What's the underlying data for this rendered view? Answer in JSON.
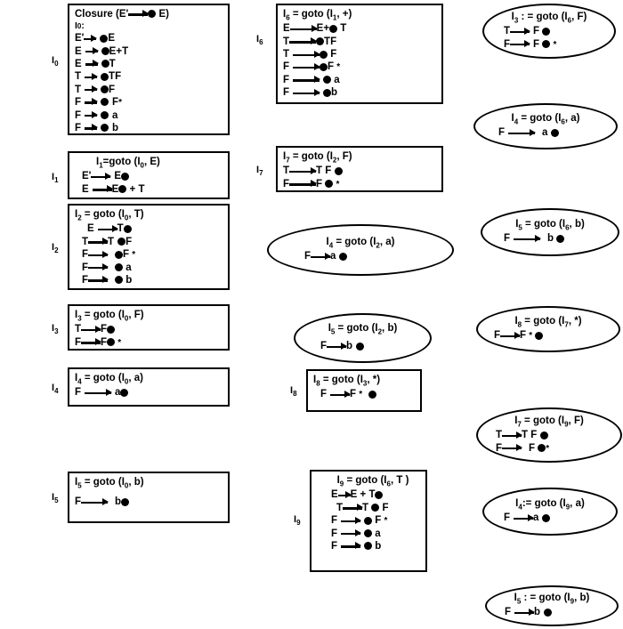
{
  "diagram": {
    "title": "LR(0) canonical collection of item sets",
    "stroke_color": "#000000",
    "background_color": "#ffffff"
  },
  "nodes": [
    {
      "id": "I0",
      "shape": "box",
      "outside_label": "I0",
      "title": "Closure (E'→● E)",
      "subheader": "I0:",
      "items": [
        "E' → ● E",
        "E → ● E+T",
        "E → ● T",
        "T → ● TF",
        "T → ● F",
        "F → ● F*",
        "F → ● a",
        "F → ● b"
      ]
    },
    {
      "id": "I1",
      "shape": "box",
      "outside_label": "I1",
      "title": "I1=goto (I0, E)",
      "items": [
        "E' → E●",
        "E → E● + T"
      ]
    },
    {
      "id": "I2",
      "shape": "box",
      "outside_label": "I2",
      "title": "I2 = goto (I0, T)",
      "items": [
        "E → T●",
        "T → T ●F",
        "F → ●F *",
        "F → ● a",
        "F → ● b"
      ]
    },
    {
      "id": "I3",
      "shape": "box",
      "outside_label": "I3",
      "title": "I3 = goto (I0, F)",
      "items": [
        "T → F●",
        "F → F● *"
      ]
    },
    {
      "id": "I4",
      "shape": "box",
      "outside_label": "I4",
      "title": "I4 = goto (I0, a)",
      "items": [
        "F → a●"
      ]
    },
    {
      "id": "I5",
      "shape": "box",
      "outside_label": "I5",
      "title": "I5 = goto (I0, b)",
      "items": [
        "F → b●"
      ]
    },
    {
      "id": "I6",
      "shape": "box",
      "outside_label": "I6",
      "title": "I6 = goto (I1, +)",
      "items": [
        "E → E+● T",
        "T → ●TF",
        "T → ● F",
        "F → ●F *",
        "F → ● a",
        "F → ●b"
      ]
    },
    {
      "id": "I7",
      "shape": "box",
      "outside_label": "I7",
      "title": "I7 = goto (I2, F)",
      "items": [
        "T → T F ●",
        "F → F ● *"
      ]
    },
    {
      "id": "I4b",
      "shape": "ellipse",
      "outside_label": "",
      "title": "I4 = goto (I2, a)",
      "items": [
        "F → a ●"
      ]
    },
    {
      "id": "I5b",
      "shape": "ellipse",
      "outside_label": "",
      "title": "I5 = goto (I2, b)",
      "items": [
        "F → b ●"
      ]
    },
    {
      "id": "I8",
      "shape": "box",
      "outside_label": "I8",
      "title": "I8 = goto (I3, *)",
      "items": [
        "F → F * ●"
      ]
    },
    {
      "id": "I9",
      "shape": "box",
      "outside_label": "I9",
      "title": "I9 = goto (I6, T )",
      "items": [
        "E → E + T●",
        "T → T ● F",
        "F → ● F *",
        "F → ● a",
        "F → ● b"
      ]
    },
    {
      "id": "I3c",
      "shape": "ellipse",
      "outside_label": "",
      "title": "I3 : = goto (I6, F)",
      "items": [
        "T → F ●",
        "F → F ● *"
      ]
    },
    {
      "id": "I4c",
      "shape": "ellipse",
      "outside_label": "",
      "title": "I4 = goto (I6, a)",
      "items": [
        "F → a ●"
      ]
    },
    {
      "id": "I5c",
      "shape": "ellipse",
      "outside_label": "",
      "title": "I5 = goto (I6, b)",
      "items": [
        "F → b ●"
      ]
    },
    {
      "id": "I8c",
      "shape": "ellipse",
      "outside_label": "",
      "title": "I8 = goto (I7, *)",
      "items": [
        "F → F * ●"
      ]
    },
    {
      "id": "I7c",
      "shape": "ellipse",
      "outside_label": "",
      "title": "I7 = goto (I9, F)",
      "items": [
        "T → T F ●",
        "F → F ●*"
      ]
    },
    {
      "id": "I4d",
      "shape": "ellipse",
      "outside_label": "",
      "title": "I4:= goto (I9, a)",
      "items": [
        "F → a ●"
      ]
    },
    {
      "id": "I5d",
      "shape": "ellipse",
      "outside_label": "",
      "title": "I5 : = goto (I9, b)",
      "items": [
        "F → b ●"
      ]
    }
  ],
  "labels": {
    "I0": "I",
    "I0s": "0",
    "I1": "I",
    "I1s": "1",
    "I2": "I",
    "I2s": "2",
    "I3": "I",
    "I3s": "3",
    "I4": "I",
    "I4s": "4",
    "I5": "I",
    "I5s": "5",
    "I6": "I",
    "I6s": "6",
    "I7": "I",
    "I7s": "7",
    "I8": "I",
    "I8s": "8",
    "I9": "I",
    "I9s": "9"
  },
  "text": {
    "closure_word": "Closure (",
    "closure_tail": " E)",
    "Eprime": "E'",
    "E": "E",
    "T": "T",
    "F": "F",
    "a": "a",
    "b": "b",
    "star": "*",
    "plus": "+",
    "colon": ":",
    "eq": "=",
    "goto": "goto",
    "lparen": "(",
    "rparen": ")",
    "comma": ",",
    "I0colon": "I",
    "sub0": "0"
  }
}
